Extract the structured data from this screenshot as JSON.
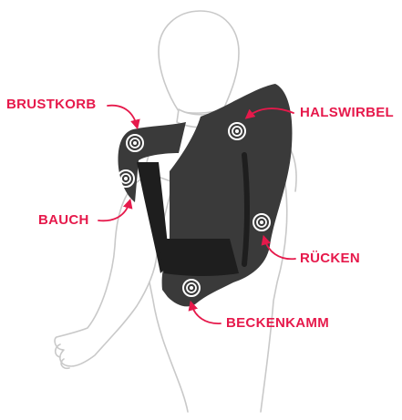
{
  "colors": {
    "accent": "#e6194b",
    "vest": "#3a3a3a",
    "vest_dark": "#1e1e1e",
    "outline": "#c9c9c9",
    "sensor_ring": "#ffffff"
  },
  "labels": {
    "brustkorb": "BRUSTKORB",
    "halswirbel": "HALSWIRBEL",
    "bauch": "BAUCH",
    "ruecken": "RÜCKEN",
    "beckenkamm": "BECKENKAMM"
  },
  "icons": {
    "sensor": "sensor-target-icon",
    "arrow": "curved-arrow-icon"
  }
}
